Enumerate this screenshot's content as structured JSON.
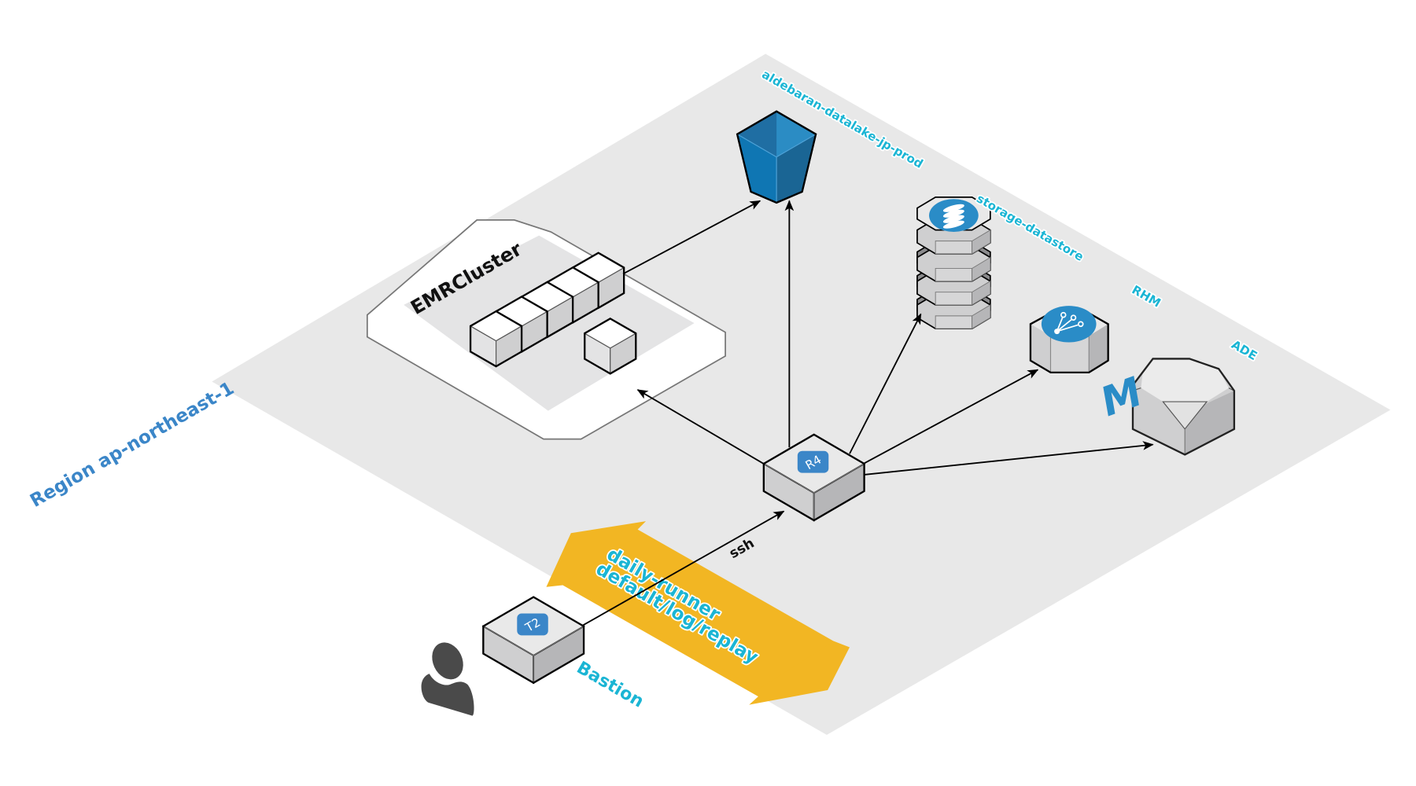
{
  "diagram": {
    "region": {
      "label": "Region ap-northeast-1"
    },
    "nodes": {
      "s3_bucket": {
        "label": "aldebaran-datalake-jp-prod",
        "icon": "s3-bucket-icon",
        "color": "#1f7bb6"
      },
      "emr_cluster": {
        "label": "EMRCluster",
        "icon": "emr-cluster-icon"
      },
      "storage": {
        "label": "storage-datastore",
        "icon": "database-stack-icon"
      },
      "rhm": {
        "label": "RHM",
        "icon": "message-queue-icon"
      },
      "ade": {
        "label": "ADE",
        "icon": "memcached-icon",
        "glyph": "M"
      },
      "r4": {
        "label": "R4",
        "icon": "ec2-instance-icon"
      },
      "bastion": {
        "label": "Bastion",
        "badge": "T2",
        "icon": "ec2-instance-icon"
      },
      "user": {
        "icon": "user-icon"
      }
    },
    "edges": [
      {
        "from": "emr_cluster",
        "to": "s3_bucket",
        "label": ""
      },
      {
        "from": "r4",
        "to": "s3_bucket",
        "label": ""
      },
      {
        "from": "r4",
        "to": "emr_cluster",
        "label": ""
      },
      {
        "from": "r4",
        "to": "storage",
        "label": ""
      },
      {
        "from": "r4",
        "to": "rhm",
        "label": ""
      },
      {
        "from": "r4",
        "to": "ade",
        "label": ""
      },
      {
        "from": "bastion",
        "to": "r4",
        "label": "ssh"
      }
    ],
    "flow_arrow": {
      "line1": "daily-runner",
      "line2": "default/log/replay",
      "color": "#f2b623"
    },
    "colors": {
      "label_cyan": "#1ab5d4",
      "region_label": "#3b86c8",
      "region_fill": "#e8e8e8",
      "badge_blue": "#3b86c8",
      "icon_blue": "#2a8cc7"
    }
  }
}
